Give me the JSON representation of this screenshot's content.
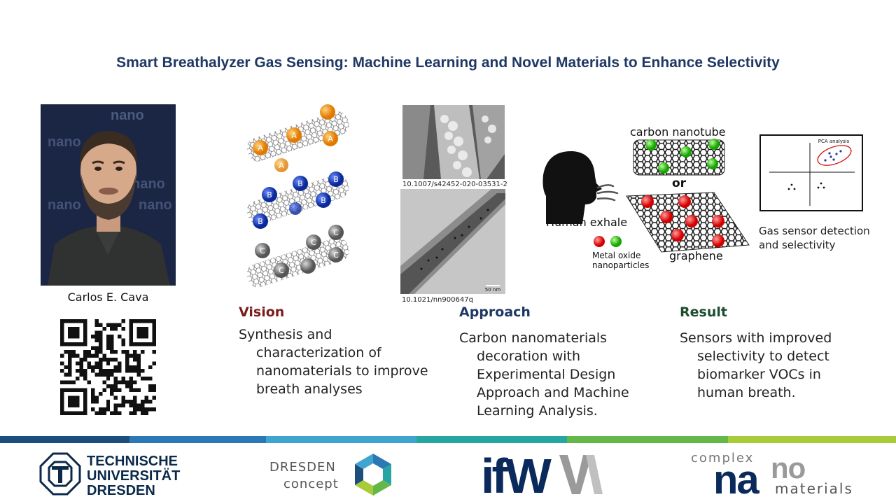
{
  "slide": {
    "title": "Smart Breathalyzer Gas Sensing: Machine Learning and Novel Materials to Enhance Selectivity"
  },
  "person": {
    "name": "Carlos E. Cava",
    "backdrop_text": "nano"
  },
  "figures": {
    "cnt_labels": [
      "A",
      "B",
      "C"
    ],
    "doi_top": "10.1007/s42452-020-03531-2",
    "doi_bottom": "10.1021/nn900647q",
    "scale_bar": "50 nm",
    "schema": {
      "carbon_nanotube": "carbon nanotube",
      "or": "or",
      "human_exhale": "Human exhale",
      "metal_oxide_line1": "Metal oxide",
      "metal_oxide_line2": "nanoparticles",
      "graphene": "graphene"
    },
    "pca": {
      "label": "PCA analysis",
      "caption_line1": "Gas sensor detection",
      "caption_line2": "and selectivity"
    }
  },
  "sections": {
    "vision": {
      "heading": "Vision",
      "lines": [
        "Synthesis and",
        "characterization of",
        "nanomaterials to improve",
        "breath analyses"
      ]
    },
    "approach": {
      "heading": "Approach",
      "lines": [
        "Carbon nanomaterials",
        "decoration with",
        "Experimental Design",
        "Approach and Machine",
        "Learning Analysis."
      ]
    },
    "result": {
      "heading": "Result",
      "lines": [
        "Sensors with improved",
        "selectivity to detect",
        "biomarker VOCs in",
        "human breath."
      ]
    }
  },
  "logos": {
    "tud": {
      "line1": "TECHNISCHE",
      "line2": "UNIVERSITÄT",
      "line3": "DRESDEN"
    },
    "dresden_concept": {
      "line1": "DRESDEN",
      "line2": "concept"
    },
    "ifw": {
      "text": "ifW"
    },
    "complex_nano": {
      "top": "complex",
      "main_left": "na",
      "main_right": "no",
      "bottom": "materials"
    }
  },
  "colors": {
    "title": "#1f3864",
    "vision": "#7b1c1c",
    "approach": "#1f3864",
    "result": "#1d4d2e",
    "band": [
      "#1d4f7c",
      "#2c78b4",
      "#3fa5d0",
      "#27a6a1",
      "#64b84a",
      "#a8cb3a"
    ]
  }
}
